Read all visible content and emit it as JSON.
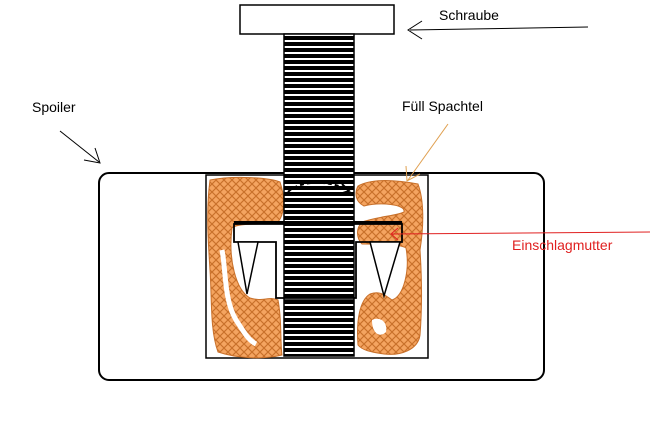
{
  "labels": {
    "schraube": "Schraube",
    "spoiler": "Spoiler",
    "fuell_spachtel": "Füll Spachtel",
    "einschlagmutter": "Einschlagmutter"
  },
  "colors": {
    "outline": "#000000",
    "filler": "#f4a460",
    "filler_pattern": "#c8702a",
    "nut_arrow": "#e02020",
    "filler_arrow": "#e0a050",
    "label_text": "#000000",
    "label_accent": "#e02020"
  }
}
